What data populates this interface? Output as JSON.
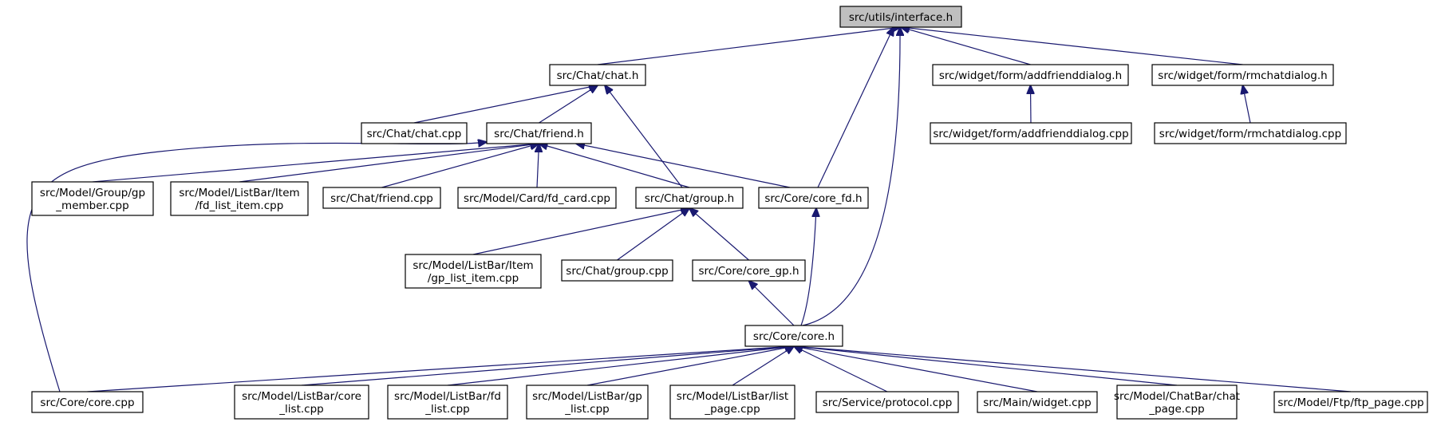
{
  "graph": {
    "nodes": [
      {
        "id": "interface_h",
        "lines": [
          "src/utils/interface.h"
        ],
        "root": true
      },
      {
        "id": "chat_h",
        "lines": [
          "src/Chat/chat.h"
        ]
      },
      {
        "id": "addfriend_h",
        "lines": [
          "src/widget/form/addfrienddialog.h"
        ]
      },
      {
        "id": "rmchat_h",
        "lines": [
          "src/widget/form/rmchatdialog.h"
        ]
      },
      {
        "id": "chat_cpp",
        "lines": [
          "src/Chat/chat.cpp"
        ]
      },
      {
        "id": "friend_h",
        "lines": [
          "src/Chat/friend.h"
        ]
      },
      {
        "id": "addfriend_cpp",
        "lines": [
          "src/widget/form/addfrienddialog.cpp"
        ]
      },
      {
        "id": "rmchat_cpp",
        "lines": [
          "src/widget/form/rmchatdialog.cpp"
        ]
      },
      {
        "id": "gp_member_cpp",
        "lines": [
          "src/Model/Group/gp",
          "_member.cpp"
        ]
      },
      {
        "id": "fd_list_item_cpp",
        "lines": [
          "src/Model/ListBar/Item",
          "/fd_list_item.cpp"
        ]
      },
      {
        "id": "friend_cpp",
        "lines": [
          "src/Chat/friend.cpp"
        ]
      },
      {
        "id": "fd_card_cpp",
        "lines": [
          "src/Model/Card/fd_card.cpp"
        ]
      },
      {
        "id": "group_h",
        "lines": [
          "src/Chat/group.h"
        ]
      },
      {
        "id": "core_fd_h",
        "lines": [
          "src/Core/core_fd.h"
        ]
      },
      {
        "id": "gp_list_item_cpp",
        "lines": [
          "src/Model/ListBar/Item",
          "/gp_list_item.cpp"
        ]
      },
      {
        "id": "group_cpp",
        "lines": [
          "src/Chat/group.cpp"
        ]
      },
      {
        "id": "core_gp_h",
        "lines": [
          "src/Core/core_gp.h"
        ]
      },
      {
        "id": "core_h",
        "lines": [
          "src/Core/core.h"
        ]
      },
      {
        "id": "core_cpp",
        "lines": [
          "src/Core/core.cpp"
        ]
      },
      {
        "id": "core_list_cpp",
        "lines": [
          "src/Model/ListBar/core",
          "_list.cpp"
        ]
      },
      {
        "id": "fd_list_cpp",
        "lines": [
          "src/Model/ListBar/fd",
          "_list.cpp"
        ]
      },
      {
        "id": "gp_list_cpp",
        "lines": [
          "src/Model/ListBar/gp",
          "_list.cpp"
        ]
      },
      {
        "id": "list_page_cpp",
        "lines": [
          "src/Model/ListBar/list",
          "_page.cpp"
        ]
      },
      {
        "id": "protocol_cpp",
        "lines": [
          "src/Service/protocol.cpp"
        ]
      },
      {
        "id": "widget_cpp",
        "lines": [
          "src/Main/widget.cpp"
        ]
      },
      {
        "id": "chat_page_cpp",
        "lines": [
          "src/Model/ChatBar/chat",
          "_page.cpp"
        ]
      },
      {
        "id": "ftp_page_cpp",
        "lines": [
          "src/Model/Ftp/ftp_page.cpp"
        ]
      }
    ],
    "edges": [
      [
        "chat_h",
        "interface_h"
      ],
      [
        "addfriend_h",
        "interface_h"
      ],
      [
        "rmchat_h",
        "interface_h"
      ],
      [
        "core_fd_h",
        "interface_h"
      ],
      [
        "core_h",
        "interface_h"
      ],
      [
        "chat_cpp",
        "chat_h"
      ],
      [
        "friend_h",
        "chat_h"
      ],
      [
        "group_h",
        "chat_h"
      ],
      [
        "addfriend_cpp",
        "addfriend_h"
      ],
      [
        "rmchat_cpp",
        "rmchat_h"
      ],
      [
        "core_cpp",
        "friend_h"
      ],
      [
        "gp_member_cpp",
        "friend_h"
      ],
      [
        "fd_list_item_cpp",
        "friend_h"
      ],
      [
        "friend_cpp",
        "friend_h"
      ],
      [
        "fd_card_cpp",
        "friend_h"
      ],
      [
        "group_h",
        "friend_h"
      ],
      [
        "core_fd_h",
        "friend_h"
      ],
      [
        "gp_list_item_cpp",
        "group_h"
      ],
      [
        "group_cpp",
        "group_h"
      ],
      [
        "core_gp_h",
        "group_h"
      ],
      [
        "core_h",
        "core_fd_h"
      ],
      [
        "core_h",
        "core_gp_h"
      ],
      [
        "core_cpp",
        "core_h"
      ],
      [
        "core_list_cpp",
        "core_h"
      ],
      [
        "fd_list_cpp",
        "core_h"
      ],
      [
        "gp_list_cpp",
        "core_h"
      ],
      [
        "list_page_cpp",
        "core_h"
      ],
      [
        "protocol_cpp",
        "core_h"
      ],
      [
        "widget_cpp",
        "core_h"
      ],
      [
        "chat_page_cpp",
        "core_h"
      ],
      [
        "ftp_page_cpp",
        "core_h"
      ]
    ]
  }
}
